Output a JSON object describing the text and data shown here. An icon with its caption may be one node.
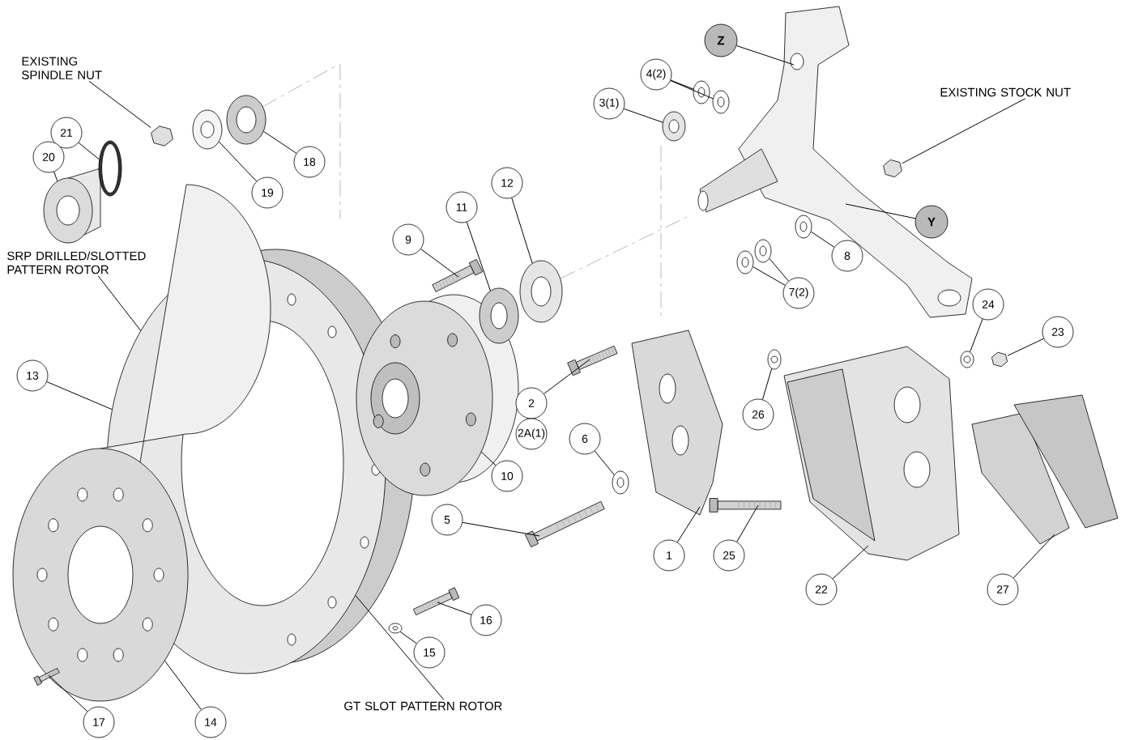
{
  "diagram": {
    "nodes": [
      {
        "text": [
          "EXISTING SPINDLE NUT"
        ]
      },
      {
        "text": [
          "21"
        ]
      },
      {
        "text": [
          "20"
        ]
      },
      {
        "text": [
          "18"
        ]
      },
      {
        "text": [
          "19"
        ]
      },
      {
        "text": [
          "12"
        ]
      },
      {
        "text": [
          "11"
        ]
      },
      {
        "text": [
          "9"
        ]
      },
      {
        "text": [
          "Z"
        ]
      },
      {
        "text": [
          "4(2)"
        ]
      },
      {
        "text": [
          "3(1)"
        ]
      },
      {
        "text": [
          "EXISTING STOCK NUT"
        ]
      },
      {
        "text": [
          "Y"
        ]
      },
      {
        "text": [
          "8"
        ]
      },
      {
        "text": [
          "7(2)"
        ]
      },
      {
        "text": [
          "SRP DRILLED/SLOTTED PATTERN ROTOR"
        ]
      },
      {
        "text": [
          "13"
        ]
      },
      {
        "text": [
          "2"
        ]
      },
      {
        "text": [
          "2A(1)"
        ]
      },
      {
        "text": [
          "10"
        ]
      },
      {
        "text": [
          "6"
        ]
      },
      {
        "text": [
          "26"
        ]
      },
      {
        "text": [
          "24"
        ]
      },
      {
        "text": [
          "23"
        ]
      },
      {
        "text": [
          "5"
        ]
      },
      {
        "text": [
          "1"
        ]
      },
      {
        "text": [
          "25"
        ]
      },
      {
        "text": [
          "22"
        ]
      },
      {
        "text": [
          "27"
        ]
      },
      {
        "text": [
          "16"
        ]
      },
      {
        "text": [
          "15"
        ]
      },
      {
        "text": [
          "17"
        ]
      },
      {
        "text": [
          "14"
        ]
      },
      {
        "text": [
          "GT SLOT PATTERN ROTOR"
        ]
      },
      {
        "text": [],
        "shape": "picture"
      },
      {
        "text": [],
        "shape": "picture"
      },
      {
        "text": [],
        "shape": "picture"
      },
      {
        "text": [],
        "shape": "picture"
      },
      {
        "text": [],
        "shape": "picture"
      },
      {
        "text": [],
        "shape": "picture"
      },
      {
        "text": [],
        "shape": "picture"
      },
      {
        "text": [],
        "shape": "picture"
      },
      {
        "text": [],
        "shape": "picture"
      },
      {
        "text": [],
        "shape": "picture"
      },
      {
        "text": [],
        "shape": "picture"
      },
      {
        "text": [],
        "shape": "picture"
      },
      {
        "text": [],
        "shape": "picture"
      },
      {
        "text": [],
        "shape": "picture"
      },
      {
        "text": [],
        "shape": "picture"
      },
      {
        "text": [],
        "shape": "picture"
      },
      {
        "text": [],
        "shape": "picture"
      },
      {
        "text": [],
        "shape": "picture"
      },
      {
        "text": [],
        "shape": "picture"
      },
      {
        "text": [],
        "shape": "picture"
      },
      {
        "text": [],
        "shape": "picture"
      },
      {
        "text": [],
        "shape": "picture"
      },
      {
        "text": [],
        "shape": "picture"
      },
      {
        "text": [],
        "shape": "picture"
      },
      {
        "text": [],
        "shape": "picture"
      },
      {
        "text": [],
        "shape": "picture"
      },
      {
        "text": [],
        "shape": "picture"
      },
      {
        "text": [],
        "shape": "picture"
      },
      {
        "text": [],
        "shape": "picture"
      },
      {
        "text": [],
        "shape": "picture"
      },
      {
        "text": [],
        "shape": "picture"
      },
      {
        "text": [],
        "shape": "picture"
      }
    ],
    "edges": [
      {
        "from": 0,
        "to": 34,
        "arrow": "none"
      },
      {
        "from": 1,
        "to": 35,
        "arrow": "none"
      },
      {
        "from": 2,
        "to": 36,
        "arrow": "none"
      },
      {
        "from": 3,
        "to": 37,
        "arrow": "none"
      },
      {
        "from": 4,
        "to": 38,
        "arrow": "none"
      },
      {
        "from": 5,
        "to": 39,
        "arrow": "none"
      },
      {
        "from": 6,
        "to": 40,
        "arrow": "none"
      },
      {
        "from": 7,
        "to": 41,
        "arrow": "none"
      },
      {
        "from": 8,
        "to": 42,
        "arrow": "none"
      },
      {
        "from": 9,
        "to": 43,
        "arrow": "none"
      },
      {
        "from": 9,
        "to": 44,
        "arrow": "none"
      },
      {
        "from": 10,
        "to": 45,
        "arrow": "none"
      },
      {
        "from": 11,
        "to": 46,
        "arrow": "none"
      },
      {
        "from": 12,
        "to": 42,
        "arrow": "none"
      },
      {
        "from": 13,
        "to": 47,
        "arrow": "none"
      },
      {
        "from": 14,
        "to": 48,
        "arrow": "none"
      },
      {
        "from": 14,
        "to": 49,
        "arrow": "none"
      },
      {
        "from": 15,
        "to": 50,
        "arrow": "none"
      },
      {
        "from": 16,
        "to": 50,
        "arrow": "none"
      },
      {
        "from": 17,
        "to": 51,
        "arrow": "none"
      },
      {
        "from": 19,
        "to": 52,
        "arrow": "none"
      },
      {
        "from": 20,
        "to": 53,
        "arrow": "none"
      },
      {
        "from": 21,
        "to": 54,
        "arrow": "none"
      },
      {
        "from": 22,
        "to": 55,
        "arrow": "none"
      },
      {
        "from": 23,
        "to": 56,
        "arrow": "none"
      },
      {
        "from": 24,
        "to": 57,
        "arrow": "none"
      },
      {
        "from": 25,
        "to": 58,
        "arrow": "none"
      },
      {
        "from": 26,
        "to": 59,
        "arrow": "none"
      },
      {
        "from": 27,
        "to": 60,
        "arrow": "none"
      },
      {
        "from": 28,
        "to": 61,
        "arrow": "none"
      },
      {
        "from": 29,
        "to": 62,
        "arrow": "none"
      },
      {
        "from": 30,
        "to": 63,
        "arrow": "none"
      },
      {
        "from": 31,
        "to": 64,
        "arrow": "none"
      },
      {
        "from": 32,
        "to": 65,
        "arrow": "none"
      },
      {
        "from": 33,
        "to": 50,
        "arrow": "none"
      }
    ]
  }
}
